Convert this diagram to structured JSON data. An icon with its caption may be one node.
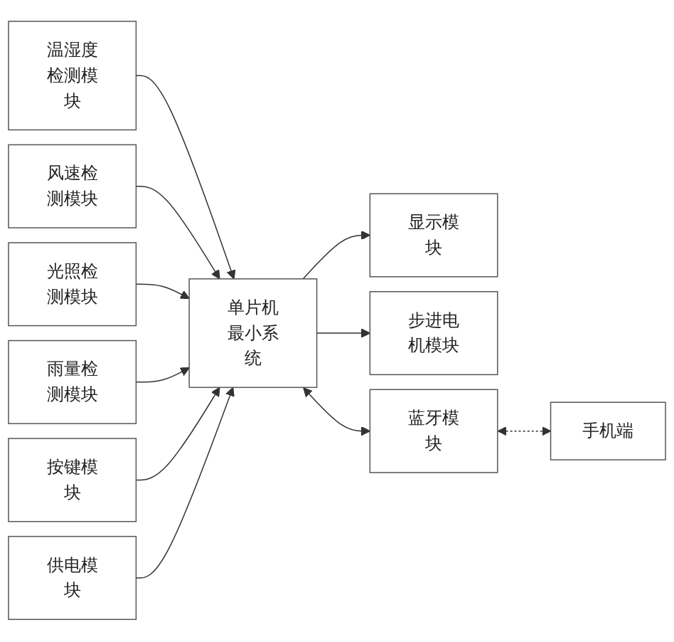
{
  "diagram": {
    "nodes": [
      {
        "text": [
          "温湿度检测模块"
        ]
      },
      {
        "text": [
          "风速检测模块"
        ]
      },
      {
        "text": [
          "光照检测模块"
        ]
      },
      {
        "text": [
          "雨量检测模块"
        ]
      },
      {
        "text": [
          "按键模块"
        ]
      },
      {
        "text": [
          "供电模块"
        ]
      },
      {
        "text": [
          "单片机最小系统"
        ]
      },
      {
        "text": [
          "显示模块"
        ]
      },
      {
        "text": [
          "步进电机模块"
        ]
      },
      {
        "text": [
          "蓝牙模块"
        ]
      },
      {
        "text": [
          "手机端"
        ]
      }
    ],
    "edges": [
      {
        "from": 0,
        "to": 6,
        "arrow": "to"
      },
      {
        "from": 1,
        "to": 6,
        "arrow": "to"
      },
      {
        "from": 2,
        "to": 6,
        "arrow": "to"
      },
      {
        "from": 3,
        "to": 6,
        "arrow": "to"
      },
      {
        "from": 4,
        "to": 6,
        "arrow": "to"
      },
      {
        "from": 5,
        "to": 6,
        "arrow": "to"
      },
      {
        "from": 6,
        "to": 7,
        "arrow": "to"
      },
      {
        "from": 6,
        "to": 8,
        "arrow": "to"
      },
      {
        "from": 6,
        "to": 9,
        "arrow": "both"
      },
      {
        "from": 9,
        "to": 10,
        "arrow": "both",
        "style": "dashed"
      }
    ]
  }
}
